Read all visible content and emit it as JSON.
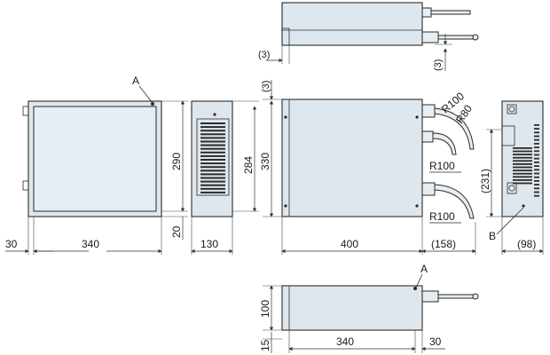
{
  "labels": {
    "mark_a": "A",
    "mark_b": "B"
  },
  "dimensions": {
    "front_width": "340",
    "front_left_offset": "30",
    "front_height": "290",
    "front_bottom_offset": "20",
    "side_width": "130",
    "side_height": "284",
    "main_height": "330",
    "main_width": "400",
    "main_top_gap": "(3)",
    "main_right_ext": "(158)",
    "top_left_gap": "(3)",
    "top_right_gap": "(3)",
    "radius_outer": "R100",
    "radius_inner": "R80",
    "radius_mid": "R100",
    "radius_low": "R100",
    "right_side_height": "(231)",
    "right_side_width": "(98)",
    "bottom_height": "100",
    "bottom_offset": "15",
    "bottom_width": "340",
    "bottom_right_offset": "30"
  },
  "colors": {
    "body": "#dfe7ee",
    "line": "#2a2a2a"
  }
}
